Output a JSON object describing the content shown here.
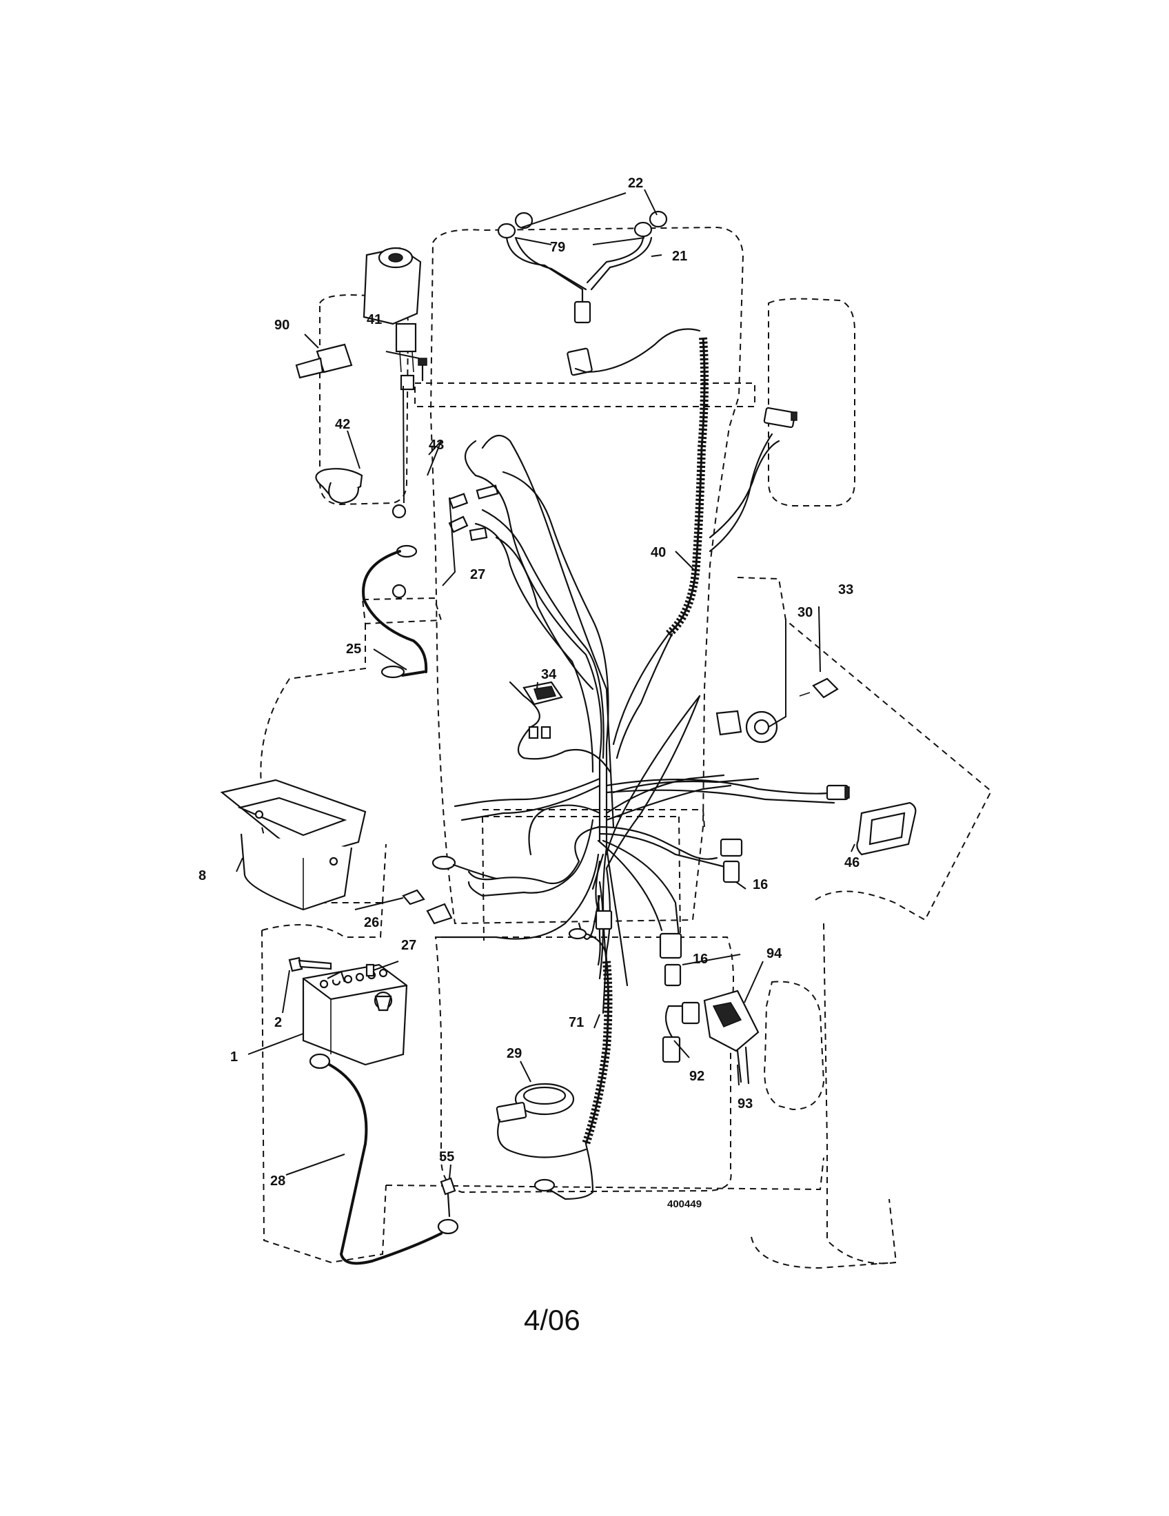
{
  "drawing_number": "400449",
  "page_date": "4/06",
  "callouts": [
    {
      "id": "c22",
      "label": "22"
    },
    {
      "id": "c79",
      "label": "79"
    },
    {
      "id": "c21",
      "label": "21"
    },
    {
      "id": "c90",
      "label": "90"
    },
    {
      "id": "c41",
      "label": "41"
    },
    {
      "id": "c42",
      "label": "42"
    },
    {
      "id": "c43",
      "label": "43"
    },
    {
      "id": "c27a",
      "label": "27"
    },
    {
      "id": "c40",
      "label": "40"
    },
    {
      "id": "c33",
      "label": "33"
    },
    {
      "id": "c30",
      "label": "30"
    },
    {
      "id": "c25",
      "label": "25"
    },
    {
      "id": "c34",
      "label": "34"
    },
    {
      "id": "c8",
      "label": "8"
    },
    {
      "id": "c16a",
      "label": "16"
    },
    {
      "id": "c46",
      "label": "46"
    },
    {
      "id": "c26",
      "label": "26"
    },
    {
      "id": "c27b",
      "label": "27"
    },
    {
      "id": "c16b",
      "label": "16"
    },
    {
      "id": "c94",
      "label": "94"
    },
    {
      "id": "c2",
      "label": "2"
    },
    {
      "id": "c71",
      "label": "71"
    },
    {
      "id": "c1",
      "label": "1"
    },
    {
      "id": "c29",
      "label": "29"
    },
    {
      "id": "c92",
      "label": "92"
    },
    {
      "id": "c93",
      "label": "93"
    },
    {
      "id": "c55",
      "label": "55"
    },
    {
      "id": "c28",
      "label": "28"
    }
  ]
}
